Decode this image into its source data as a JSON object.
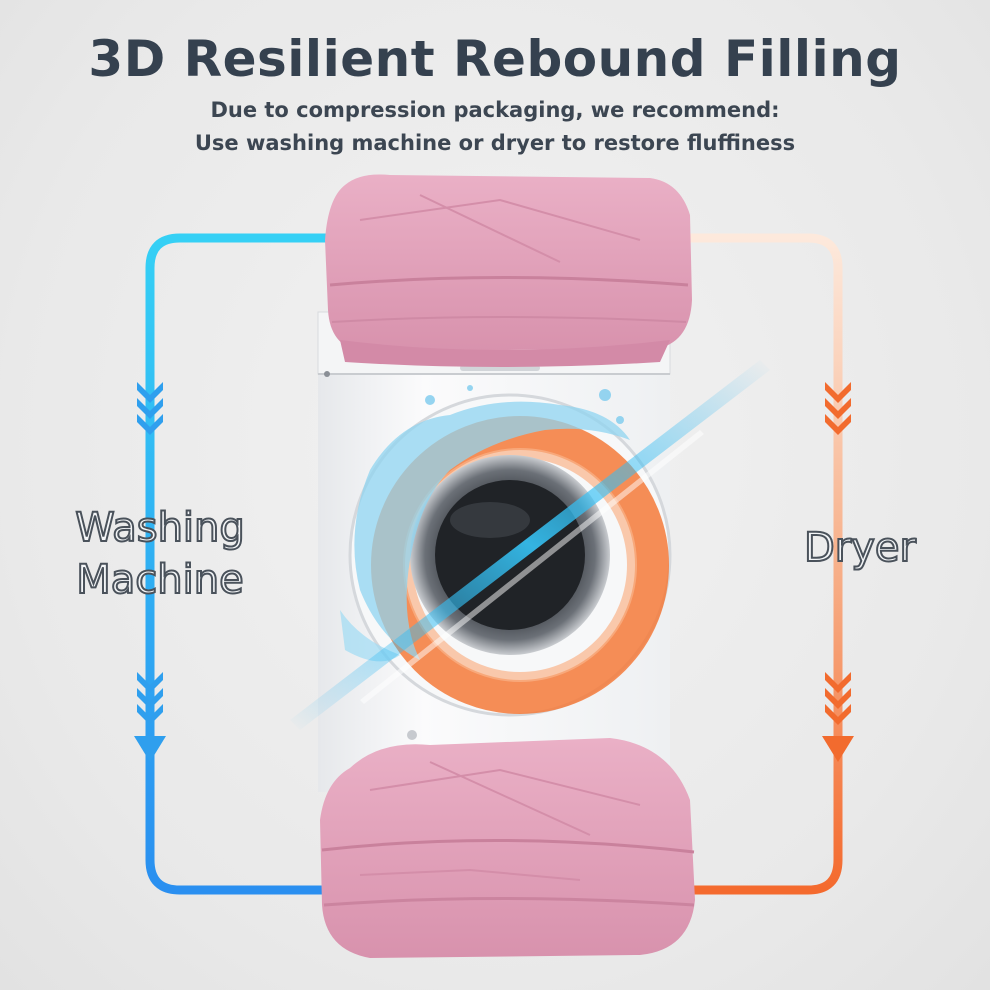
{
  "title": "3D Resilient Rebound Filling",
  "subtitle_line1": "Due to compression packaging, we recommend:",
  "subtitle_line2": "Use washing machine or dryer to restore fluffiness",
  "left_label_line1": "Washing",
  "left_label_line2": "Machine",
  "right_label": "Dryer",
  "colors": {
    "washing_path": "#29aaf0",
    "dryer_path": "#f57a3c",
    "comforter": "#e4a3bb",
    "title_text": "#35414f"
  }
}
